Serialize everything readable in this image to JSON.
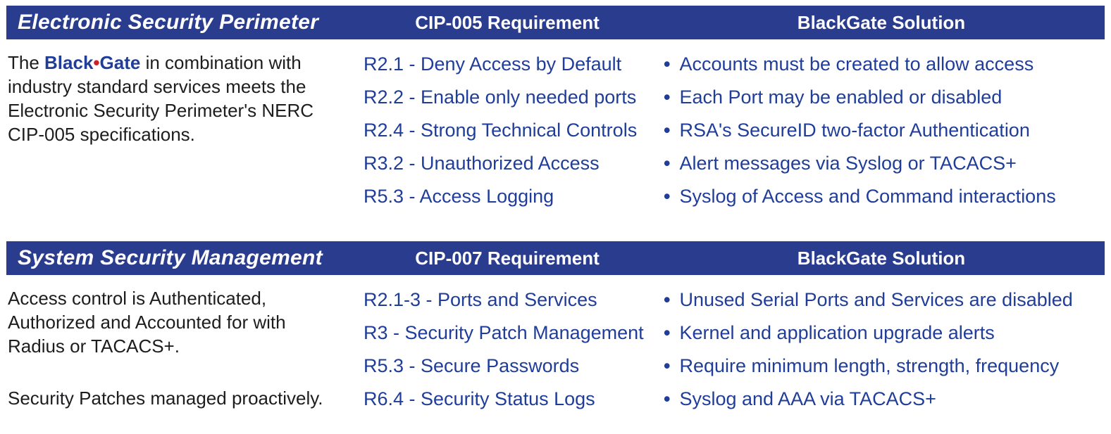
{
  "colors": {
    "header_bg": "#2a3c8e",
    "header_text": "#ffffff",
    "blue_text": "#1f3d99",
    "body_text": "#1d1d1f",
    "brand_dot_red": "#cc2128"
  },
  "bullet": "•",
  "sections": [
    {
      "title": "Electronic Security Perimeter",
      "requirement_header": "CIP-005 Requirement",
      "solution_header": "BlackGate Solution",
      "description": {
        "pre": "The ",
        "brand_first": "Black",
        "brand_dot": "•",
        "brand_second": "Gate",
        "post": " in combination with industry standard services meets the Electronic Security Perimeter's NERC CIP-005 specifications."
      },
      "rows": [
        {
          "requirement": "R2.1 - Deny Access by Default",
          "solution": "Accounts must be created to allow access"
        },
        {
          "requirement": "R2.2 - Enable only needed ports",
          "solution": "Each Port may be enabled or disabled"
        },
        {
          "requirement": "R2.4 - Strong Technical Controls",
          "solution": "RSA's SecureID two-factor Authentication"
        },
        {
          "requirement": "R3.2 - Unauthorized Access",
          "solution": "Alert messages via Syslog or TACACS+"
        },
        {
          "requirement": "R5.3 - Access Logging",
          "solution": "Syslog of Access and Command interactions"
        }
      ]
    },
    {
      "title": "System Security Management",
      "requirement_header": "CIP-007 Requirement",
      "solution_header": "BlackGate Solution",
      "paragraphs": [
        "Access control is Authenticated, Authorized and Accounted for with Radius or TACACS+.",
        "Security Patches managed proactively."
      ],
      "rows": [
        {
          "requirement": "R2.1-3 - Ports and Services",
          "solution": "Unused Serial Ports and Services are disabled"
        },
        {
          "requirement": "R3 - Security Patch Management",
          "solution": "Kernel and application upgrade alerts"
        },
        {
          "requirement": "R5.3 - Secure Passwords",
          "solution": "Require minimum length, strength, frequency"
        },
        {
          "requirement": "R6.4 - Security Status Logs",
          "solution": "Syslog and AAA via TACACS+"
        }
      ]
    }
  ]
}
